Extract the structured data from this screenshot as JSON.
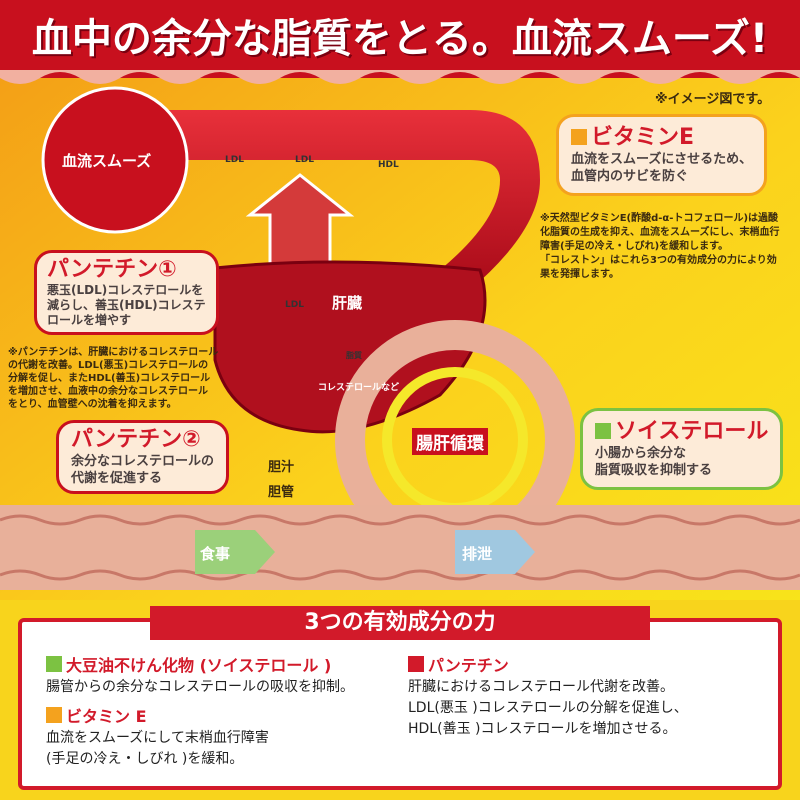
{
  "title": "血中の余分な脂質をとる。血流スムーズ!",
  "image_note": "※イメージ図です。",
  "labels": {
    "blood_flow": "血流スムーズ",
    "liver": "肝臓",
    "bile": "胆汁",
    "bile_duct": "胆管",
    "cycle": "腸肝循環",
    "meal": "食事",
    "excretion": "排泄",
    "cholesterol_etc": "コレステロールなど",
    "ldl": "LDL",
    "hdl": "HDL",
    "lipid": "脂質"
  },
  "vitamin_e": {
    "heading": "ビタミンE",
    "text": [
      "血流をスムーズにさせるため、",
      "血管内のサビを防ぐ"
    ],
    "note": [
      "※天然型ビタミンE(酢酸d-α-トコフェロール)は過酸",
      "化脂質の生成を抑え、血流をスムーズにし、末梢血行",
      "障害(手足の冷え・しびれ)を緩和します。",
      "「コレストン」はこれら3つの有効成分の力により効",
      "果を発揮します。"
    ]
  },
  "pantethine1": {
    "heading": "パンテチン①",
    "text": [
      "悪玉(LDL)コレステロールを",
      "減らし、善玉(HDL)コレステ",
      "ロールを増やす"
    ],
    "note": [
      "※パンテチンは、肝臓におけるコレステロール",
      "の代謝を改善。LDL(悪玉)コレステロールの",
      "分解を促し、またHDL(善玉)コレステロール",
      "を増加させ、血液中の余分なコレステロール",
      "をとり、血管壁への沈着を抑えます。"
    ]
  },
  "pantethine2": {
    "heading": "パンテチン②",
    "text": [
      "余分なコレステロールの",
      "代謝を促進する"
    ]
  },
  "soysterol": {
    "heading": "ソイステロール",
    "text": [
      "小腸から余分な",
      "脂質吸収を抑制する"
    ]
  },
  "panel": {
    "heading": "3つの有効成分の力",
    "items": [
      {
        "heading": "大豆油不けん化物 (ソイステロール )",
        "text": [
          "腸管からの余分なコレステロールの吸収を抑制。"
        ],
        "color": "#7cc242"
      },
      {
        "heading": "ビタミン E",
        "text": [
          "血流をスムーズにして末梢血行障害",
          "(手足の冷え・しびれ )を緩和。"
        ],
        "color": "#f4a21e"
      },
      {
        "heading": "パンテチン",
        "text": [
          "肝臓におけるコレステロール代謝を改善。",
          "LDL(悪玉 )コレステロールの分解を促進し、",
          "HDL(善玉 )コレステロールを増加させる。"
        ],
        "color": "#d21a2a"
      }
    ]
  },
  "colors": {
    "red": "#d21a2a",
    "orange": "#f4a21e",
    "green": "#7cc242"
  }
}
